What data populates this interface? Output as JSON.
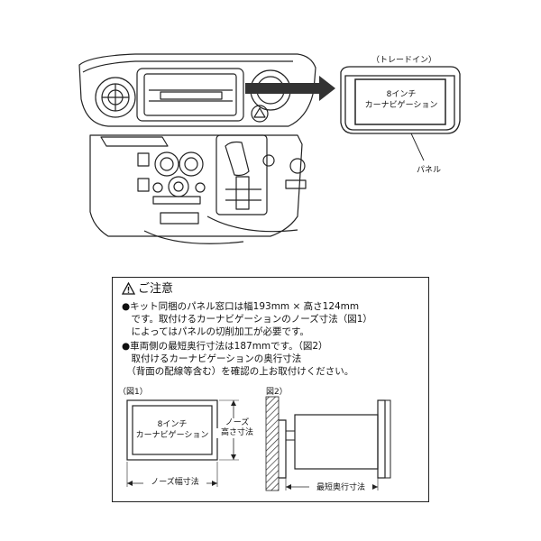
{
  "top_illustration": {
    "panel_caption": "（トレードイン）",
    "screen_text_line1": "8インチ",
    "screen_text_line2": "カーナビゲーション",
    "panel_label": "パネル"
  },
  "notice": {
    "title": "ご注意",
    "lines": [
      "●キット同梱のパネル窓口は幅193mm × 高さ124mm",
      "　です。取付けるカーナビゲーションのノーズ寸法（図1）",
      "　によってはパネルの切削加工が必要です。",
      "●車両側の最短奥行寸法は187mmです。（図2）",
      "　取付けるカーナビゲーションの奥行寸法",
      "　（背面の配線等含む）を確認の上お取付けください。"
    ],
    "fig1": {
      "label": "（図1）",
      "screen_line1": "8インチ",
      "screen_line2": "カーナビゲーション",
      "height_label_line1": "ノーズ",
      "height_label_line2": "高さ寸法",
      "width_label": "ノーズ幅寸法"
    },
    "fig2": {
      "label": "図2）",
      "depth_label": "最短奥行寸法"
    }
  }
}
